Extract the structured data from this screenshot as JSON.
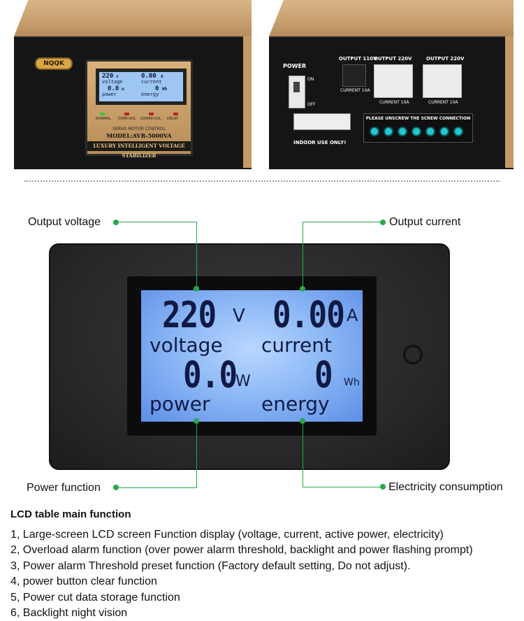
{
  "front_unit": {
    "brand": "NQQK",
    "lcd": {
      "voltage_value": "220",
      "voltage_unit": "v",
      "voltage_label": "voltage",
      "current_value": "0.00",
      "current_unit": "A",
      "current_label": "current",
      "power_value": "0.0",
      "power_unit": "w",
      "power_label": "power",
      "energy_value": "0",
      "energy_unit": "Wh",
      "energy_label": "energy"
    },
    "indicators": [
      "NORMAL",
      "OVER-VOL",
      "LOWER-VOL",
      "DELAY"
    ],
    "servo_text": "SERVO MOTOR CONTROL",
    "model": "MODEL:AVR-5000VA",
    "product_name": "LUXURY INTELLIGENT VOLTAGE STABILIZER"
  },
  "rear_unit": {
    "power_label": "POWER",
    "on_label": "ON",
    "off_label": "OFF",
    "outputs": [
      {
        "label": "OUTPUT 110V",
        "current": "CURRENT 10A"
      },
      {
        "label": "OUTPUT 220V",
        "current": "CURRENT 10A"
      },
      {
        "label": "OUTPUT 220V",
        "current": "CURRENT 10A"
      }
    ],
    "connection_text": "PLEASE UNSCREW THE SCREW CONNECTION",
    "indoor_text": "INDOOR USE ONLY!"
  },
  "meter": {
    "voltage_value": "220",
    "voltage_unit": "V",
    "current_value": "0.00",
    "current_unit": "A",
    "power_value": "0.0",
    "power_unit": "W",
    "energy_value": "0",
    "energy_unit": "Wh",
    "voltage_label": "voltage",
    "current_label": "current",
    "power_label": "power",
    "energy_label": "energy"
  },
  "callouts": {
    "output_voltage": "Output voltage",
    "output_current": "Output current",
    "power_function": "Power function",
    "electricity_consumption": "Electricity consumption"
  },
  "colors": {
    "callout_green": "#2aa84a",
    "lcd_blue": "#8fbaf6",
    "panel_gold": "#c79f6f"
  },
  "section": {
    "title": "LCD table main function",
    "items": [
      "1, Large-screen LCD screen Function display (voltage, current, active power, electricity)",
      "2, Overload alarm function (over power alarm threshold, backlight and power flashing prompt)",
      "3, Power alarm Threshold preset function (Factory default setting, Do not adjust).",
      "4, power button clear function",
      "5, Power cut data storage function",
      "6, Backlight night vision"
    ]
  }
}
